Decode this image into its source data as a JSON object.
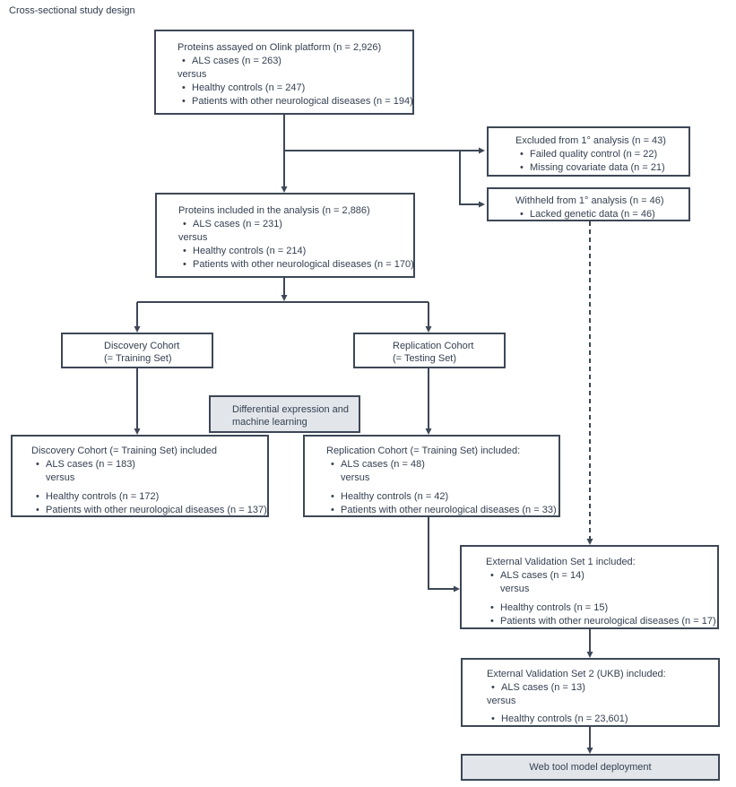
{
  "figure_title": "Cross-sectional study design",
  "colors": {
    "line": "#3d4756",
    "text": "#333f50",
    "shaded_fill": "#e2e6ea",
    "background": "#ffffff"
  },
  "flow": {
    "assayed": {
      "title": "Proteins assayed on Olink platform (n = 2,926)",
      "bullet1": "ALS cases (n = 263)",
      "versus": "versus",
      "bullet2": "Healthy controls (n = 247)",
      "bullet3": "Patients with other neurological diseases (n = 194)"
    },
    "excluded": {
      "title": "Excluded from 1° analysis (n = 43)",
      "bullet1": "Failed quality control (n = 22)",
      "bullet2": "Missing covariate data (n = 21)"
    },
    "withheld": {
      "title": "Withheld from 1° analysis (n = 46)",
      "bullet1": "Lacked genetic data (n = 46)"
    },
    "included": {
      "title": "Proteins included in the analysis (n = 2,886)",
      "bullet1": "ALS cases (n = 231)",
      "versus": "versus",
      "bullet2": "Healthy controls (n = 214)",
      "bullet3": "Patients with other neurological diseases (n = 170)"
    },
    "discovery": {
      "line1": "Discovery Cohort",
      "line2": "(= Training Set)"
    },
    "replication": {
      "line1": "Replication Cohort",
      "line2": "(= Testing Set)"
    },
    "deml": {
      "line1": "Differential expression and",
      "line2": "machine learning"
    },
    "discovery_included": {
      "title": "Discovery Cohort (= Training Set) included",
      "bullet1": "ALS cases (n = 183)",
      "versus": "versus",
      "bullet2": "Healthy controls (n = 172)",
      "bullet3": "Patients with other neurological diseases (n = 137)"
    },
    "replication_included": {
      "title": "Replication Cohort (= Training Set) included:",
      "bullet1": "ALS cases (n = 48)",
      "versus": "versus",
      "bullet2": "Healthy controls (n = 42)",
      "bullet3": "Patients with other neurological diseases (n = 33)"
    },
    "ext_val_1": {
      "title": "External Validation Set 1 included:",
      "bullet1": "ALS cases (n = 14)",
      "versus": "versus",
      "bullet2": "Healthy controls (n = 15)",
      "bullet3": "Patients with other neurological diseases (n = 17)"
    },
    "ext_val_2": {
      "title": "External Validation Set 2 (UKB) included:",
      "bullet1": "ALS cases (n = 13)",
      "versus": "versus",
      "bullet2": "Healthy controls (n = 23,601)"
    },
    "webtool": {
      "label": "Web tool model deployment"
    }
  }
}
